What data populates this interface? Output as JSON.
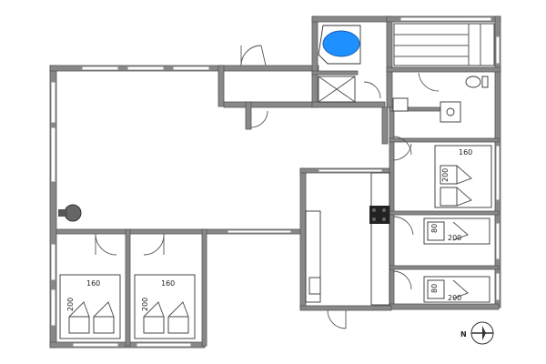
{
  "floorplan": {
    "beds": {
      "double_1": {
        "width_label": "160",
        "length_label": "200"
      },
      "double_2": {
        "width_label": "160",
        "length_label": "200"
      },
      "double_3": {
        "width_label": "160",
        "length_label": "200"
      },
      "single_1": {
        "width_label": "80",
        "length_label": "200"
      },
      "single_2": {
        "width_label": "80",
        "length_label": "200"
      }
    },
    "compass": {
      "label": "N"
    },
    "colors": {
      "wall": "#888888",
      "whirlpool": "#1e90ff",
      "stove": "#222222"
    }
  }
}
